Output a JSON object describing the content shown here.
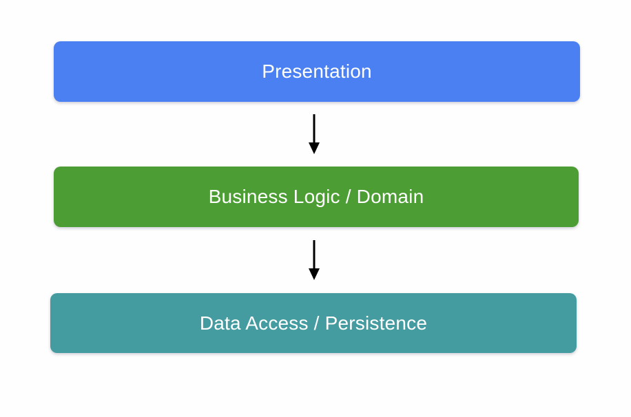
{
  "diagram": {
    "type": "layered-architecture",
    "background_color": "#fefefe",
    "text_color": "#ffffff",
    "arrow_color": "#000000",
    "layers": [
      {
        "label": "Presentation",
        "color": "#4a80f2"
      },
      {
        "label": "Business Logic / Domain",
        "color": "#4c9d33"
      },
      {
        "label": "Data Access / Persistence",
        "color": "#449ca0"
      }
    ],
    "connections": [
      {
        "from": "Presentation",
        "to": "Business Logic / Domain",
        "direction": "down"
      },
      {
        "from": "Business Logic / Domain",
        "to": "Data Access / Persistence",
        "direction": "down"
      }
    ]
  }
}
